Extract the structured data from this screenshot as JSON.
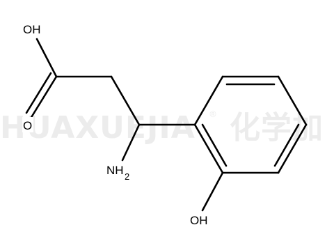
{
  "watermark": {
    "brand_latin": "HUAXUEJIA",
    "registered_mark": "®",
    "brand_cjk": "化学加"
  },
  "molecule": {
    "atoms": {
      "oh_acid": "OH",
      "o_carbonyl": "O",
      "amine_main": "NH",
      "amine_sub": "2",
      "oh_phenol": "OH"
    }
  },
  "colors": {
    "bond": "#000000",
    "watermark": "#ececec",
    "background": "#ffffff"
  }
}
